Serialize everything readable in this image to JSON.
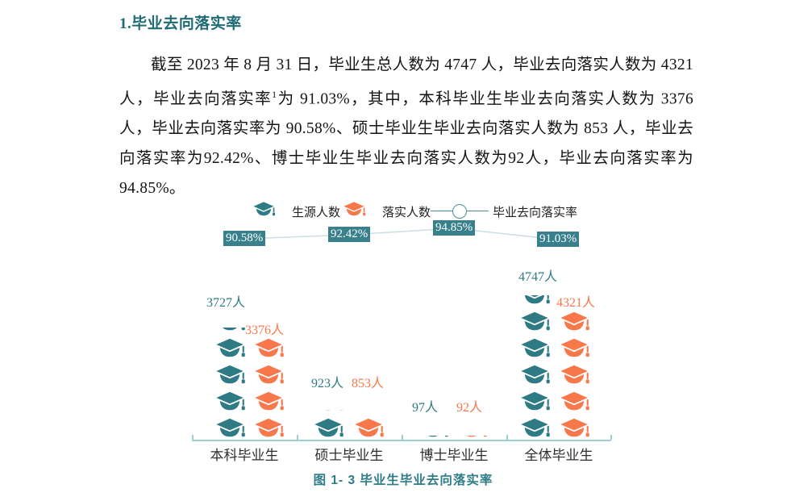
{
  "document": {
    "title": "1.毕业去向落实率",
    "paragraph": {
      "before_sup": "截至 2023 年 8 月 31 日，毕业生总人数为 4747 人，毕业去向落实人数为 4321 人，毕业去向落实率",
      "sup": "1",
      "after_sup": "为 91.03%，其中，本科毕业生毕业去向落实人数为 3376 人，毕业去向落实率为 90.58%、硕士毕业生毕业去向落实人数为 853 人，毕业去向落实率为92.42%、博士毕业生毕业去向落实人数为92人，毕业去向落实率为94.85%。"
    },
    "figure_caption": "图 1- 3 毕业生毕业去向落实率"
  },
  "legend": {
    "source_label": "生源人数",
    "placed_label": "落实人数",
    "rate_label": "毕业去向落实率"
  },
  "colors": {
    "teal": "#2e7b85",
    "orange": "#f8784b",
    "rate_box_bg": "#37808c",
    "title_teal": "#1f6b74",
    "caption_teal": "#2e7d88",
    "axis": "#9ecdd2",
    "connector": "rgba(110,160,168,0.35)"
  },
  "chart_data": {
    "type": "bar",
    "subtype": "pictogram-columns-with-rate-line",
    "unit_per_icon": 900,
    "title": "图 1- 3 毕业生毕业去向落实率",
    "categories": [
      "本科毕业生",
      "硕士毕业生",
      "博士毕业生",
      "全体毕业生"
    ],
    "series": [
      {
        "name": "生源人数",
        "color_key": "teal",
        "values": [
          3727,
          923,
          97,
          4747
        ],
        "labels": [
          "3727人",
          "923人",
          "97人",
          "4747人"
        ]
      },
      {
        "name": "落实人数",
        "color_key": "orange",
        "values": [
          3376,
          853,
          92,
          4321
        ],
        "labels": [
          "3376人",
          "853人",
          "92人",
          "4321人"
        ]
      },
      {
        "name": "毕业去向落实率",
        "type": "line",
        "values": [
          90.58,
          92.42,
          94.85,
          91.03
        ],
        "labels": [
          "90.58%",
          "92.42%",
          "94.85%",
          "91.03%"
        ]
      }
    ],
    "legend_position": "top",
    "grid": false
  }
}
